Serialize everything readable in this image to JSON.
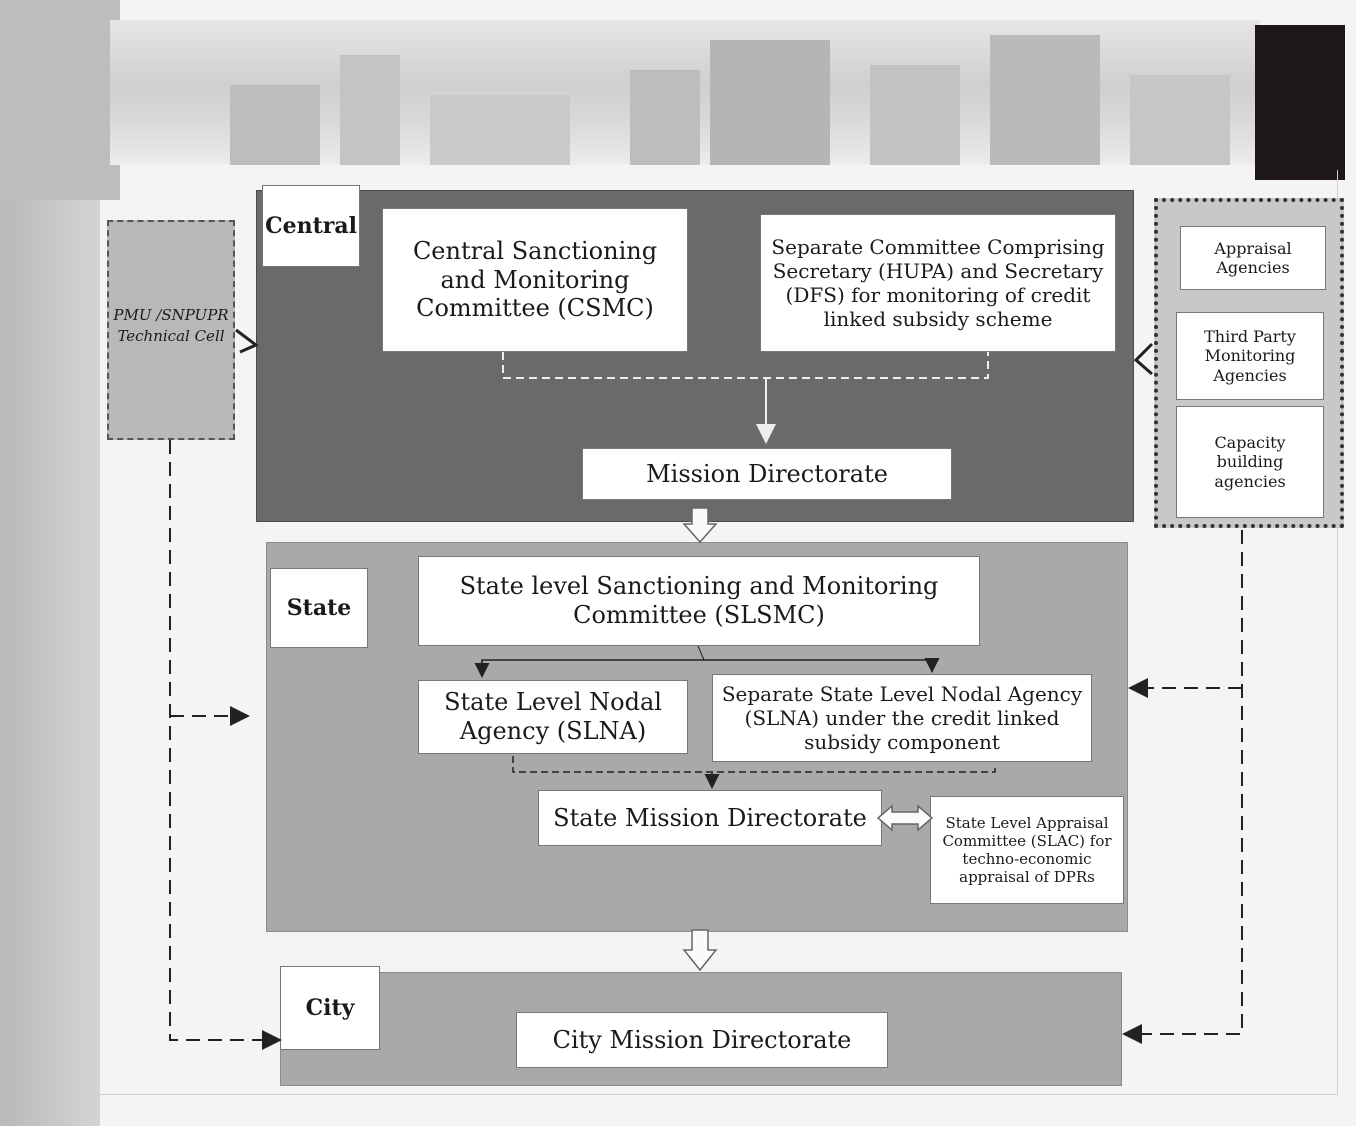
{
  "labels": {
    "central": "Central",
    "state": "State",
    "city": "City"
  },
  "central": {
    "csmc": "Central Sanctioning and Monitoring Committee (CSMC)",
    "separate_committee": "Separate Committee Comprising Secretary (HUPA) and Secretary (DFS) for monitoring of credit linked subsidy scheme",
    "mission_directorate": "Mission Directorate"
  },
  "pmu": "PMU /SNPUPR Technical Cell",
  "agencies": {
    "appraisal": "Appraisal Agencies",
    "third_party": "Third Party Monitoring Agencies",
    "capacity": "Capacity building agencies"
  },
  "state": {
    "slsmc": "State level Sanctioning and Monitoring Committee (SLSMC)",
    "slna": "State Level Nodal Agency (SLNA)",
    "separate_slna": "Separate State Level Nodal Agency (SLNA) under the credit linked subsidy component",
    "smd": "State Mission Directorate",
    "slac": "State Level Appraisal Committee (SLAC) for techno-economic appraisal of DPRs"
  },
  "city": {
    "cmd": "City Mission Directorate"
  }
}
